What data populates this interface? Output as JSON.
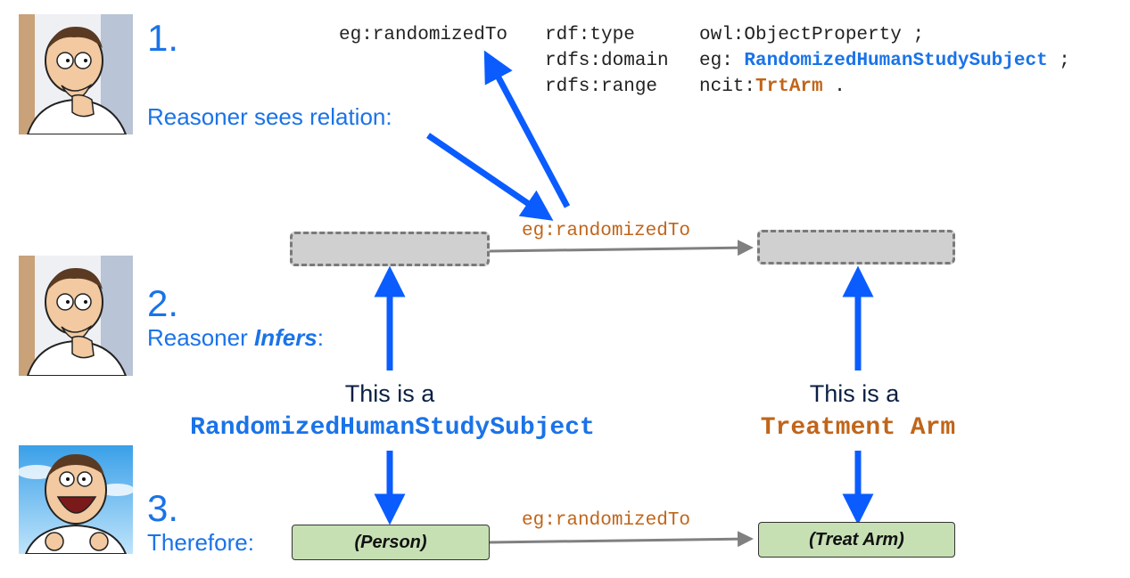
{
  "steps": [
    {
      "number": "1.",
      "label": "Reasoner sees relation:"
    },
    {
      "number": "2.",
      "label_prefix": "Reasoner ",
      "label_emphasis": "Infers",
      "label_suffix": ":"
    },
    {
      "number": "3.",
      "label": "Therefore:"
    }
  ],
  "triple": {
    "subject": "eg:randomizedTo",
    "rows": [
      {
        "pred": "rdf:type",
        "obj_plain": "owl:ObjectProperty ;",
        "obj_highlight": "",
        "obj_tail": ""
      },
      {
        "pred": "rdfs:domain",
        "obj_plain": "eg: ",
        "obj_highlight": "RandomizedHumanStudySubject",
        "obj_tail": " ;"
      },
      {
        "pred": "rdfs:range",
        "obj_plain": "ncit:",
        "obj_highlight": "TrtArm",
        "obj_tail": " ."
      }
    ]
  },
  "edge_label_top": "eg:randomizedTo",
  "edge_label_bottom": "eg:randomizedTo",
  "inference_left": {
    "prefix": "This is a",
    "class_name": "RandomizedHumanStudySubject"
  },
  "inference_right": {
    "prefix": "This is a",
    "class_name": "Treatment Arm"
  },
  "nodes_bottom": {
    "left": "(Person)",
    "right": "(Treat Arm)"
  },
  "colors": {
    "accent_blue": "#1a73e8",
    "arrow_blue": "#0a5cff",
    "code_orange": "#c0651a",
    "edge_gray": "#808080",
    "node_green": "#c6e0b4",
    "node_gray": "#d0d0d0"
  },
  "icons": [
    "thinking-cartoon-man",
    "thinking-cartoon-man",
    "laughing-cartoon-man"
  ]
}
